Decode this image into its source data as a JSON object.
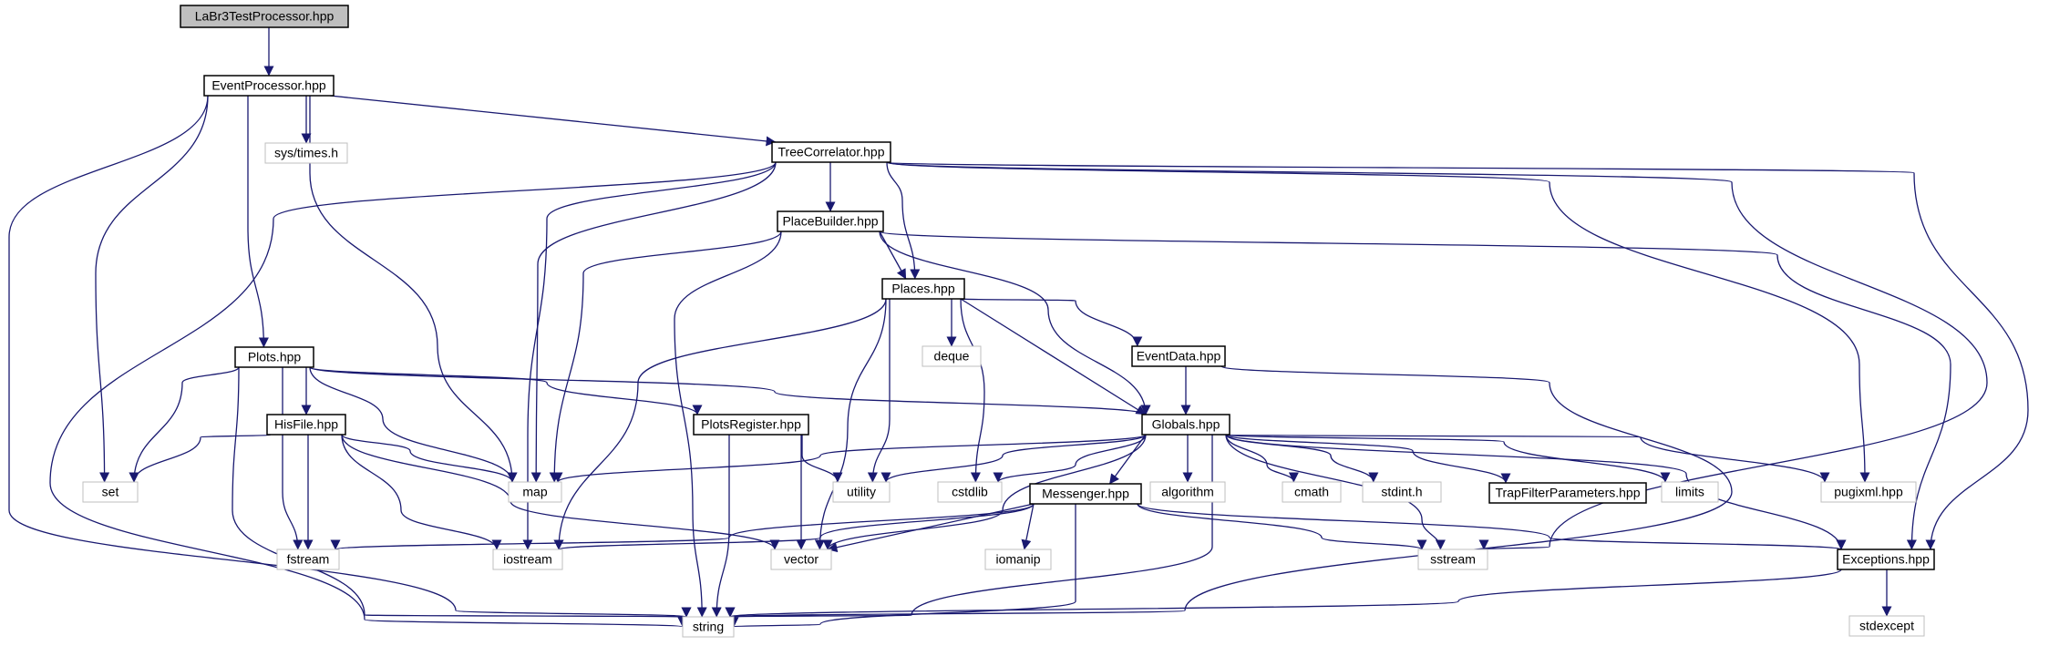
{
  "colors": {
    "edge": "#191970",
    "node_border": "#000000",
    "ext_border": "#bfbfbf",
    "root_fill": "#bfbfbf",
    "node_fill": "#ffffff",
    "text": "#000000"
  },
  "nodes": [
    {
      "id": "root",
      "label": "LaBr3TestProcessor.hpp",
      "kind": "root"
    },
    {
      "id": "eventprocessor",
      "label": "EventProcessor.hpp",
      "kind": "file"
    },
    {
      "id": "systimes",
      "label": "sys/times.h",
      "kind": "external"
    },
    {
      "id": "treecorrelator",
      "label": "TreeCorrelator.hpp",
      "kind": "file"
    },
    {
      "id": "placebuilder",
      "label": "PlaceBuilder.hpp",
      "kind": "file"
    },
    {
      "id": "places",
      "label": "Places.hpp",
      "kind": "file"
    },
    {
      "id": "deque",
      "label": "deque",
      "kind": "external"
    },
    {
      "id": "eventdata",
      "label": "EventData.hpp",
      "kind": "file"
    },
    {
      "id": "plots",
      "label": "Plots.hpp",
      "kind": "file"
    },
    {
      "id": "hisfile",
      "label": "HisFile.hpp",
      "kind": "file"
    },
    {
      "id": "plotsregister",
      "label": "PlotsRegister.hpp",
      "kind": "file"
    },
    {
      "id": "globals",
      "label": "Globals.hpp",
      "kind": "file"
    },
    {
      "id": "set",
      "label": "set",
      "kind": "external"
    },
    {
      "id": "map",
      "label": "map",
      "kind": "external"
    },
    {
      "id": "utility",
      "label": "utility",
      "kind": "external"
    },
    {
      "id": "cstdlib",
      "label": "cstdlib",
      "kind": "external"
    },
    {
      "id": "messenger",
      "label": "Messenger.hpp",
      "kind": "file"
    },
    {
      "id": "algorithm",
      "label": "algorithm",
      "kind": "external"
    },
    {
      "id": "cmath",
      "label": "cmath",
      "kind": "external"
    },
    {
      "id": "stdinth",
      "label": "stdint.h",
      "kind": "external"
    },
    {
      "id": "trapfilter",
      "label": "TrapFilterParameters.hpp",
      "kind": "file"
    },
    {
      "id": "limits",
      "label": "limits",
      "kind": "external"
    },
    {
      "id": "pugixml",
      "label": "pugixml.hpp",
      "kind": "external"
    },
    {
      "id": "fstream",
      "label": "fstream",
      "kind": "external"
    },
    {
      "id": "iostream",
      "label": "iostream",
      "kind": "external"
    },
    {
      "id": "vector",
      "label": "vector",
      "kind": "external"
    },
    {
      "id": "iomanip",
      "label": "iomanip",
      "kind": "external"
    },
    {
      "id": "sstream",
      "label": "sstream",
      "kind": "external"
    },
    {
      "id": "exceptions",
      "label": "Exceptions.hpp",
      "kind": "file"
    },
    {
      "id": "string",
      "label": "string",
      "kind": "external"
    },
    {
      "id": "stdexcept",
      "label": "stdexcept",
      "kind": "external"
    }
  ],
  "edges": [
    [
      "root",
      "eventprocessor"
    ],
    [
      "eventprocessor",
      "systimes"
    ],
    [
      "eventprocessor",
      "treecorrelator"
    ],
    [
      "eventprocessor",
      "plots"
    ],
    [
      "eventprocessor",
      "set"
    ],
    [
      "eventprocessor",
      "map"
    ],
    [
      "eventprocessor",
      "string"
    ],
    [
      "treecorrelator",
      "placebuilder"
    ],
    [
      "treecorrelator",
      "places"
    ],
    [
      "treecorrelator",
      "map"
    ],
    [
      "treecorrelator",
      "iostream"
    ],
    [
      "treecorrelator",
      "string"
    ],
    [
      "treecorrelator",
      "pugixml"
    ],
    [
      "treecorrelator",
      "sstream"
    ],
    [
      "treecorrelator",
      "exceptions"
    ],
    [
      "placebuilder",
      "places"
    ],
    [
      "placebuilder",
      "globals"
    ],
    [
      "placebuilder",
      "map"
    ],
    [
      "placebuilder",
      "string"
    ],
    [
      "placebuilder",
      "exceptions"
    ],
    [
      "places",
      "deque"
    ],
    [
      "places",
      "eventdata"
    ],
    [
      "places",
      "globals"
    ],
    [
      "places",
      "utility"
    ],
    [
      "places",
      "cstdlib"
    ],
    [
      "places",
      "vector"
    ],
    [
      "places",
      "iostream"
    ],
    [
      "eventdata",
      "globals"
    ],
    [
      "eventdata",
      "string"
    ],
    [
      "plots",
      "hisfile"
    ],
    [
      "plots",
      "plotsregister"
    ],
    [
      "plots",
      "globals"
    ],
    [
      "plots",
      "set"
    ],
    [
      "plots",
      "map"
    ],
    [
      "plots",
      "fstream"
    ],
    [
      "plots",
      "string"
    ],
    [
      "hisfile",
      "set"
    ],
    [
      "hisfile",
      "map"
    ],
    [
      "hisfile",
      "fstream"
    ],
    [
      "hisfile",
      "iostream"
    ],
    [
      "hisfile",
      "vector"
    ],
    [
      "plotsregister",
      "utility"
    ],
    [
      "plotsregister",
      "vector"
    ],
    [
      "plotsregister",
      "string"
    ],
    [
      "globals",
      "map"
    ],
    [
      "globals",
      "utility"
    ],
    [
      "globals",
      "cstdlib"
    ],
    [
      "globals",
      "messenger"
    ],
    [
      "globals",
      "algorithm"
    ],
    [
      "globals",
      "cmath"
    ],
    [
      "globals",
      "stdinth"
    ],
    [
      "globals",
      "trapfilter"
    ],
    [
      "globals",
      "limits"
    ],
    [
      "globals",
      "pugixml"
    ],
    [
      "globals",
      "vector"
    ],
    [
      "globals",
      "sstream"
    ],
    [
      "globals",
      "exceptions"
    ],
    [
      "globals",
      "string"
    ],
    [
      "messenger",
      "fstream"
    ],
    [
      "messenger",
      "iostream"
    ],
    [
      "messenger",
      "vector"
    ],
    [
      "messenger",
      "iomanip"
    ],
    [
      "messenger",
      "sstream"
    ],
    [
      "messenger",
      "exceptions"
    ],
    [
      "messenger",
      "string"
    ],
    [
      "exceptions",
      "string"
    ],
    [
      "exceptions",
      "stdexcept"
    ]
  ]
}
